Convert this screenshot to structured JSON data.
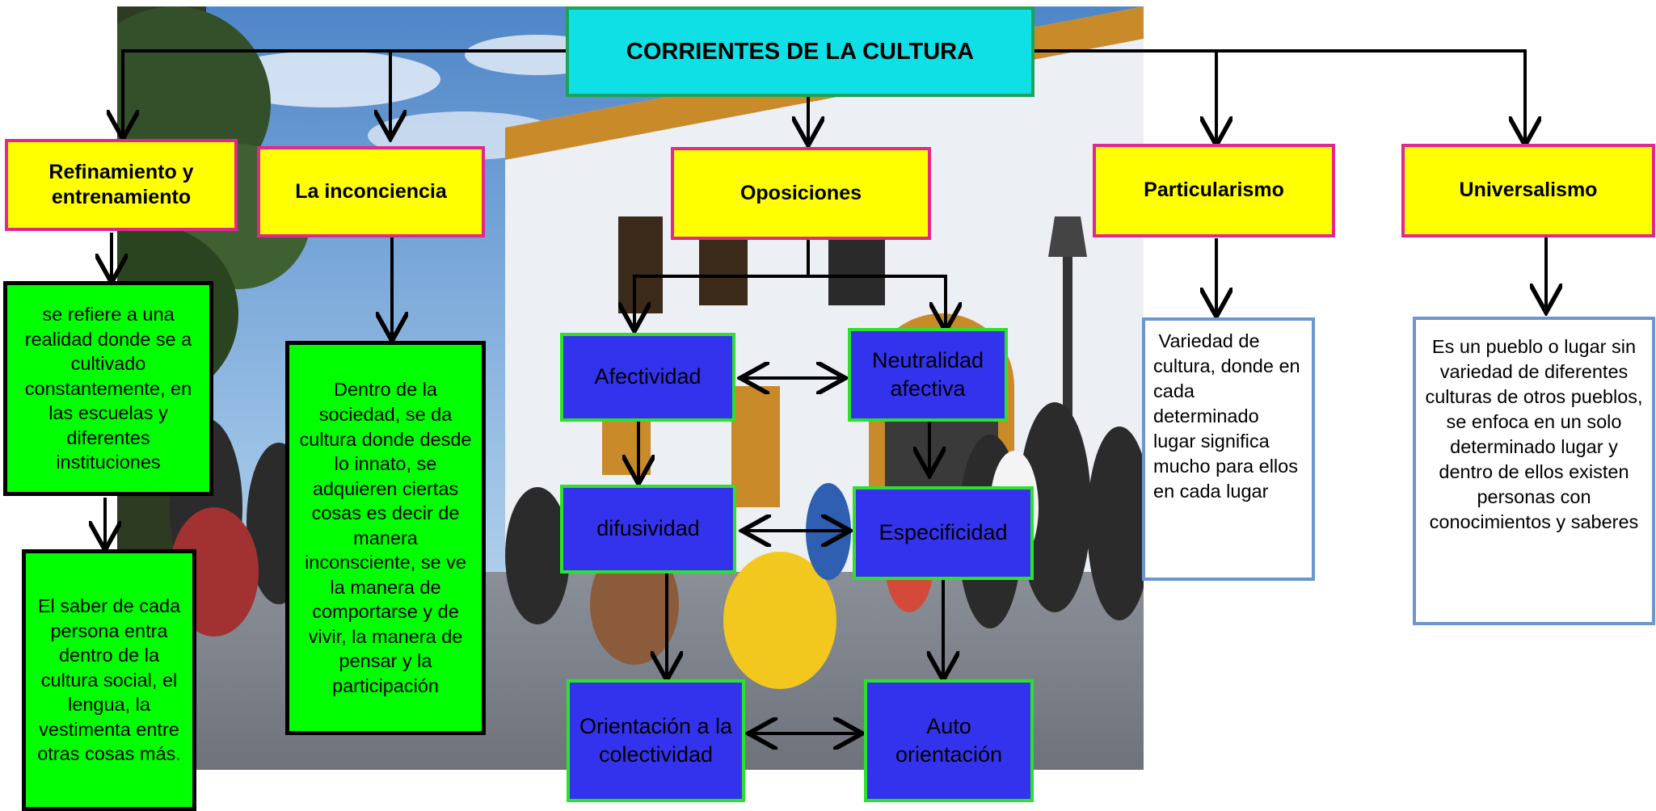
{
  "title": "CORRIENTES DE LA CULTURA",
  "categories": {
    "refinamiento": "Refinamiento y entrenamiento",
    "inconciencia": "La inconciencia",
    "oposiciones": "Oposiciones",
    "particularismo": "Particularismo",
    "universalismo": "Universalismo"
  },
  "descriptions": {
    "refinamiento_1": "se refiere a una realidad donde se a cultivado constantemente, en las escuelas y diferentes instituciones",
    "refinamiento_2": "El saber de cada persona entra dentro de la cultura social, el lengua, la vestimenta entre otras cosas más.",
    "inconciencia": "Dentro de la sociedad, se da cultura donde desde lo innato, se adquieren ciertas cosas es decir de manera inconsciente, se ve la manera de comportarse y de vivir, la manera de pensar y la participación",
    "particularismo": " Variedad de cultura, donde en cada determinado lugar significa mucho para ellos en cada lugar",
    "universalismo": "Es un pueblo o lugar sin variedad de diferentes culturas de otros pueblos, se enfoca en un solo determinado lugar y dentro de ellos existen personas con conocimientos y saberes"
  },
  "oposiciones": {
    "afectividad": "Afectividad",
    "neutralidad": "Neutralidad afectiva",
    "difusividad": "difusividad",
    "especificidad": "Especificidad",
    "colectividad": "Orientación a la colectividad",
    "auto": "Auto orientación"
  },
  "colors": {
    "title_fill": "#0fe0e6",
    "title_border": "#1aa35a",
    "category_fill": "#ffff00",
    "category_border": "#e0288f",
    "green_fill": "#00ff00",
    "blue_fill": "#3333ee",
    "blue_border": "#2ee02e",
    "white_border": "#6c96cf"
  },
  "background_image": "photo of street folk dance in front of colonial building"
}
